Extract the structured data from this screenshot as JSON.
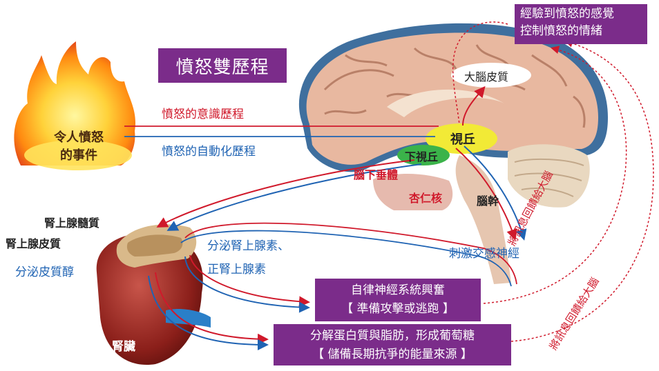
{
  "title": "憤怒雙歷程",
  "event_label": [
    "令人憤怒",
    "的事件"
  ],
  "process_conscious": "憤怒的意識歷程",
  "process_automatic": "憤怒的自動化歷程",
  "cortex_box": [
    "經驗到憤怒的感覺",
    "控制憤怒的情緒"
  ],
  "brain": {
    "cortex": "大腦皮質",
    "thalamus": "視丘",
    "hypothalamus": "下視丘",
    "pituitary": "腦下垂體",
    "amygdala": "杏仁核",
    "brainstem": "腦幹",
    "sympathetic": "刺激交感神經"
  },
  "adrenal": {
    "medulla": "腎上腺髓質",
    "cortex": "腎上腺皮質",
    "cortisol": "分泌皮質醇",
    "kidney": "腎臟",
    "epinephrine": "分泌腎上腺素、",
    "norepinephrine": "正腎上腺素"
  },
  "autonomic_box": [
    "自律神經系統興奮",
    "【 準備攻擊或逃跑 】"
  ],
  "energy_box": [
    "分解蛋白質與脂肪，形成葡萄糖",
    "【 儲備長期抗爭的能量來源 】"
  ],
  "feedback_1": "將訊息回饋給大腦",
  "feedback_2": "將訊息回饋給大腦",
  "colors": {
    "box": "#7b2c8a",
    "red": "#d0192b",
    "blue": "#1f63b3",
    "brain": "#e8b8a0"
  }
}
